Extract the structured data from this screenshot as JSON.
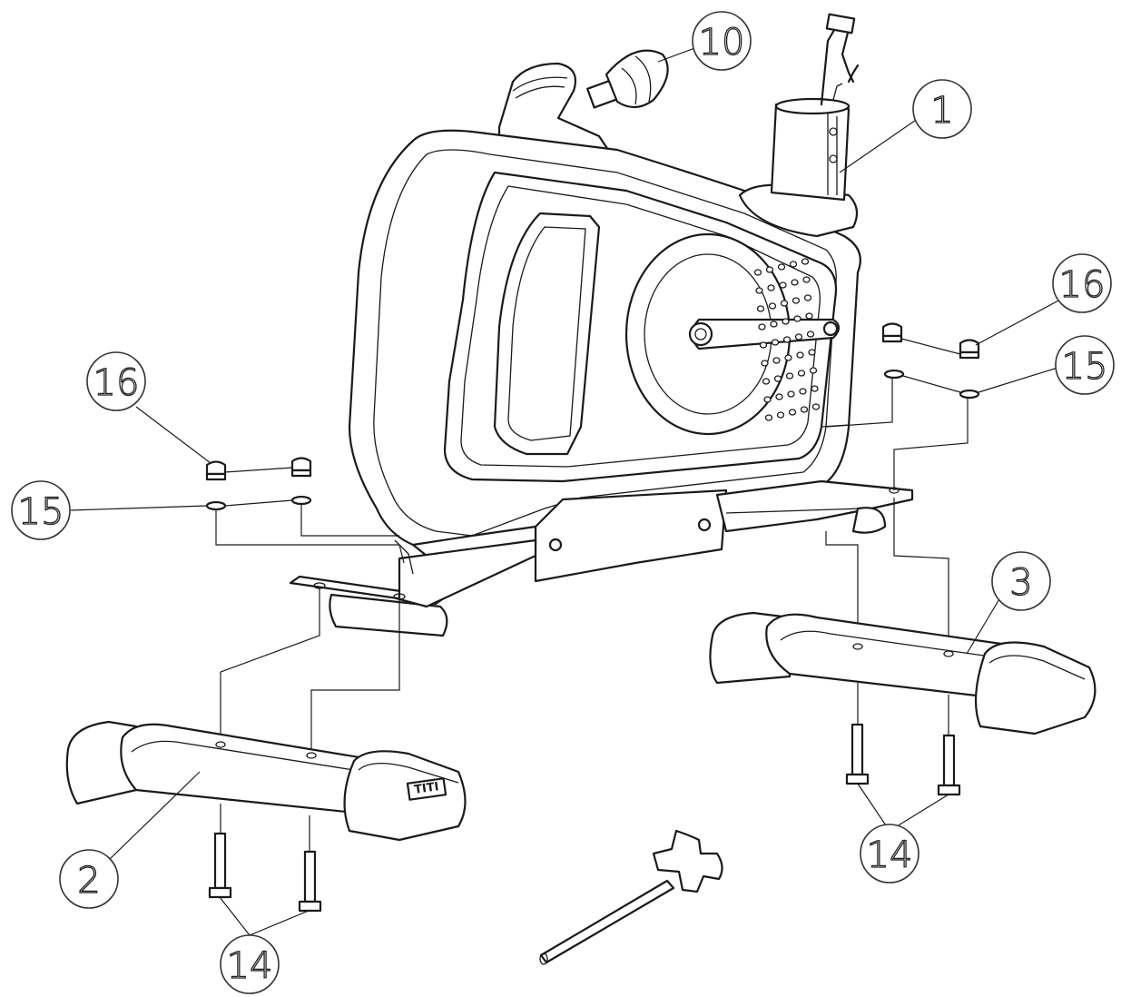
{
  "diagram": {
    "callouts": [
      {
        "id": "c10",
        "label": "10",
        "part": "tension knob"
      },
      {
        "id": "c1",
        "label": "1",
        "part": "main frame seat post tube"
      },
      {
        "id": "c16-left",
        "label": "16",
        "part": "cap nut"
      },
      {
        "id": "c15-left",
        "label": "15",
        "part": "washer"
      },
      {
        "id": "c16-right",
        "label": "16",
        "part": "cap nut"
      },
      {
        "id": "c15-right",
        "label": "15",
        "part": "washer"
      },
      {
        "id": "c3",
        "label": "3",
        "part": "rear stabilizer"
      },
      {
        "id": "c2",
        "label": "2",
        "part": "front stabilizer"
      },
      {
        "id": "c14-left",
        "label": "14",
        "part": "carriage bolt"
      },
      {
        "id": "c14-right",
        "label": "14",
        "part": "carriage bolt"
      }
    ],
    "stabilizer_logo": "TITI",
    "colors": {
      "line": "#1a1a1a",
      "background": "#ffffff"
    }
  }
}
